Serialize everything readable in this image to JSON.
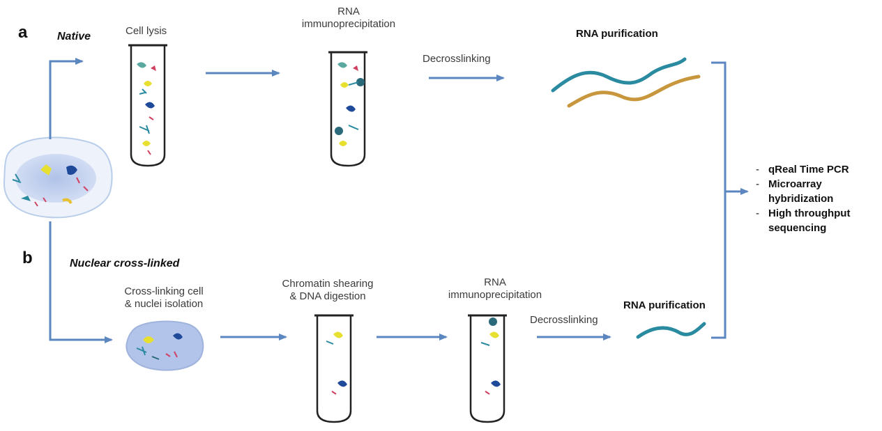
{
  "panel_a": {
    "letter": "a",
    "title": "Native",
    "steps": {
      "lysis": "Cell lysis",
      "ip": "RNA\nimmunoprecipitation",
      "decross": "Decrosslinking",
      "purif": "RNA purification"
    }
  },
  "panel_b": {
    "letter": "b",
    "title": "Nuclear cross-linked",
    "steps": {
      "crosslink": "Cross-linking cell\n& nuclei isolation",
      "shear": "Chromatin shearing\n& DNA digestion",
      "ip": "RNA\nimmunoprecipitation",
      "decross": "Decrosslinking",
      "purif": "RNA purification"
    }
  },
  "outputs": [
    {
      "dash": "-",
      "text": "qReal Time PCR"
    },
    {
      "dash": "-",
      "text": "Microarray\nhybridization"
    },
    {
      "dash": "-",
      "text": "High throughput\nsequencing"
    }
  ],
  "colors": {
    "arrow": "#5b86c0",
    "cell_fill": "#b8c8ea",
    "rna_teal": "#2a8aa0",
    "rna_orange": "#c8963c",
    "protein_yellow": "#e8e030",
    "protein_blue": "#1f4a9a"
  }
}
